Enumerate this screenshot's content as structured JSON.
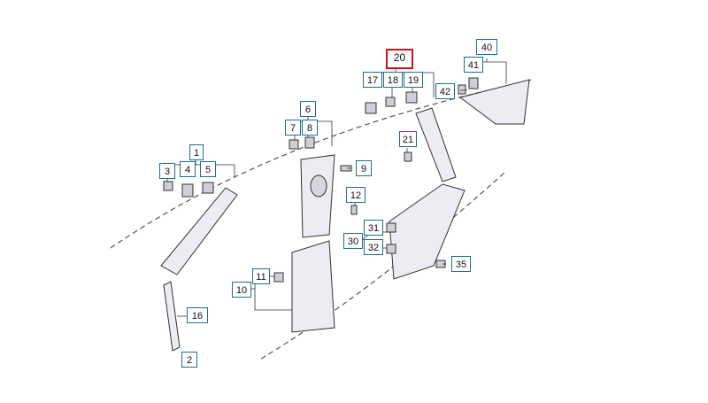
{
  "diagram": {
    "highlighted_part": "20",
    "colors": {
      "line": "#333333",
      "callout_border": "#1f6f8b",
      "highlight": "#d0141c",
      "panel_fill": "#ececf2"
    },
    "callouts": [
      "1",
      "2",
      "3",
      "4",
      "5",
      "6",
      "7",
      "8",
      "9",
      "10",
      "11",
      "12",
      "16",
      "17",
      "18",
      "19",
      "20",
      "21",
      "30",
      "31",
      "32",
      "35",
      "40",
      "41",
      "42"
    ]
  }
}
